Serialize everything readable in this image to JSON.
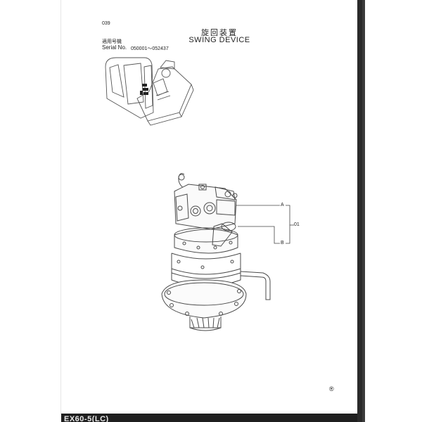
{
  "page": {
    "number": "039"
  },
  "serial": {
    "label_jp": "適用号機",
    "label_en": "Serial No.",
    "range": "050001～052437"
  },
  "title": {
    "jp": "旋回装置",
    "en": "SWING DEVICE"
  },
  "callouts": {
    "a": "A",
    "b": "B",
    "item": "01"
  },
  "footer": {
    "text": "EX60-5(LC)"
  },
  "mark": "®"
}
